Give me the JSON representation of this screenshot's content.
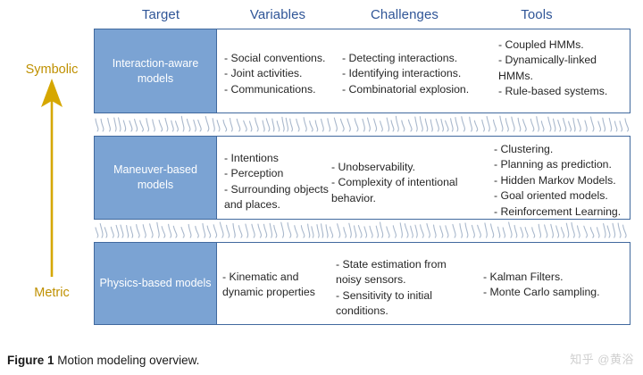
{
  "figure": {
    "caption_label": "Figure 1",
    "caption_text": "Motion modeling overview."
  },
  "watermark": {
    "text": "知乎 @黄浴"
  },
  "axis": {
    "name": "abstraction-axis",
    "top_label": "Symbolic",
    "bottom_label": "Metric",
    "color": "#d6a700",
    "direction": "up"
  },
  "colors": {
    "header_text": "#2f5597",
    "box_fill": "#7ba3d3",
    "box_border": "#41699e",
    "body_text": "#262626",
    "axis_gold": "#bf9000",
    "squiggle": "#a9b8cc"
  },
  "table": {
    "headers": [
      {
        "id": "target",
        "label": "Target"
      },
      {
        "id": "variables",
        "label": "Variables"
      },
      {
        "id": "challenges",
        "label": "Challenges"
      },
      {
        "id": "tools",
        "label": "Tools"
      }
    ],
    "rows": [
      {
        "id": "interaction-aware",
        "target": "Interaction-aware\nmodels",
        "variables": "- Social conventions.\n- Joint activities.\n- Communications.",
        "challenges": "- Detecting interactions.\n- Identifying interactions.\n- Combinatorial explosion.",
        "tools": "- Coupled HMMs.\n- Dynamically-linked\nHMMs.\n- Rule-based systems."
      },
      {
        "id": "maneuver-based",
        "target": "Maneuver-based\nmodels",
        "variables": "- Intentions\n- Perception\n- Surrounding objects\n   and places.",
        "challenges": "- Unobservability.\n- Complexity of intentional\nbehavior.",
        "tools": "- Clustering.\n- Planning as prediction.\n- Hidden Markov Models.\n- Goal oriented models.\n- Reinforcement Learning."
      },
      {
        "id": "physics-based",
        "target": "Physics-based\nmodels",
        "variables": "- Kinematic and\n   dynamic properties",
        "challenges": "- State estimation from\n   noisy sensors.\n- Sensitivity to initial\n   conditions.",
        "tools": "- Kalman Filters.\n- Monte Carlo sampling."
      }
    ],
    "separators": [
      {
        "id": "separator-1",
        "style": "squiggle-band"
      },
      {
        "id": "separator-2",
        "style": "squiggle-band"
      }
    ]
  }
}
